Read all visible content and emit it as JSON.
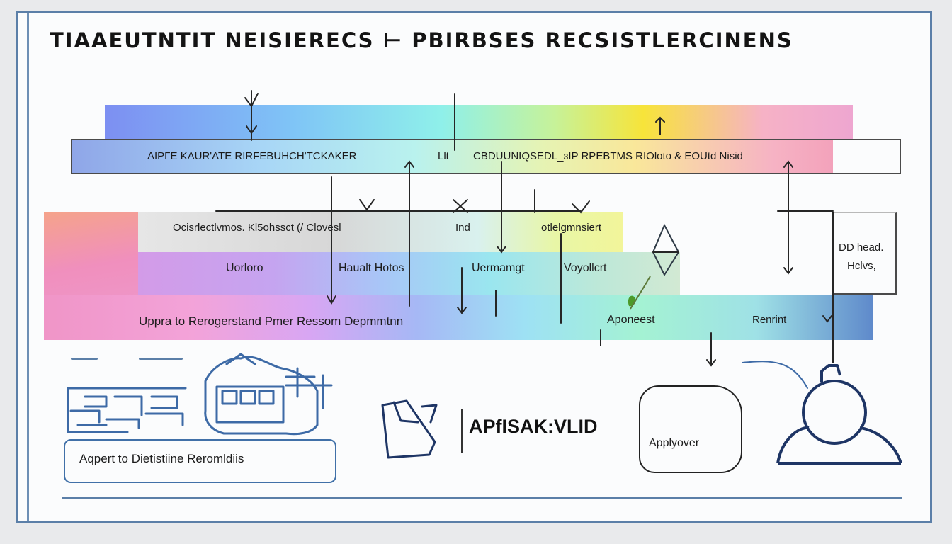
{
  "diagram": {
    "title": "ТIAAEUTNTIT NEISIERECS ⊢ PBIRBSES RECSISTLERCINENS",
    "row1": {
      "left": "AΙΡΓΕ ΚΑUR'ATE RIRFEBUHCH'TCKAKER",
      "middle_small": "Llt",
      "right": "CΒDUUNIQSEDL_ɜIP   RPEBTMS RIOloto  &  EOUtd Nisid"
    },
    "row2": {
      "left": "Ocisrlectlvmos. Kl5ohssct (/ Clovesl",
      "middle": "Ind",
      "right": "otlelgmnsiert"
    },
    "row3": {
      "a": "Uorloro",
      "b": "Haualt Hotos",
      "c": "Uermamgt",
      "d": "Voyollcrt"
    },
    "row4": {
      "left": "Uppra  to  Rerogerstand  Pmer  Ressom  Depmmtnn",
      "middle": "Aponeest",
      "right": "Renrint"
    },
    "side_note": {
      "line1": "DD head.",
      "line2": "Hclvs,"
    },
    "bottom": {
      "card_caption": "Aqpert to  Dietistiine  Reromldiis",
      "center_brand": "APfISAK:VLID",
      "app_label": "Applyover"
    }
  },
  "colors": {
    "frame": "#5b7fa8",
    "ink": "#1c1c1c",
    "icon_blue": "#3d6aa6",
    "icon_navy": "#1e3565"
  },
  "icons": [
    "building-sketch-icon",
    "document-corner-icon",
    "person-avatar-icon",
    "plant-icon",
    "arrow-down-icon"
  ]
}
